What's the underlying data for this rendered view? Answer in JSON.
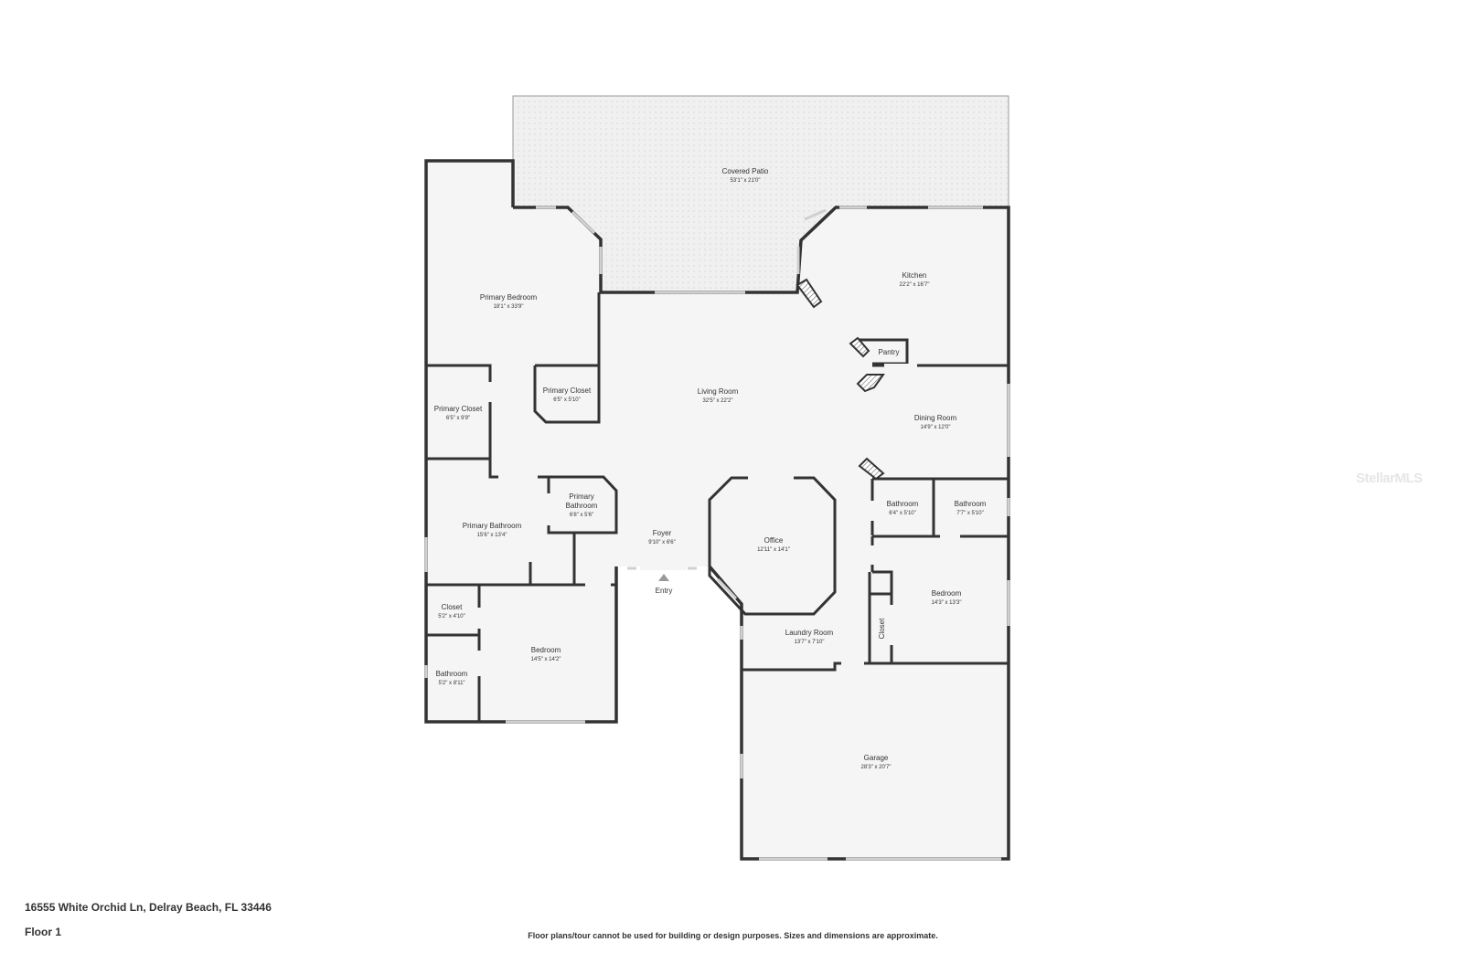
{
  "rooms": {
    "covered_patio": {
      "name": "Covered Patio",
      "dims": "53'1\" x 21'0\""
    },
    "primary_bedroom": {
      "name": "Primary Bedroom",
      "dims": "18'1\" x 33'9\""
    },
    "kitchen": {
      "name": "Kitchen",
      "dims": "22'2\" x 16'7\""
    },
    "pantry": {
      "name": "Pantry"
    },
    "living_room": {
      "name": "Living Room",
      "dims": "32'5\" x 22'2\""
    },
    "primary_closet_left": {
      "name": "Primary Closet",
      "dims": "6'5\" x 9'9\""
    },
    "primary_closet_right": {
      "name": "Primary Closet",
      "dims": "6'5\" x 5'10\""
    },
    "dining_room": {
      "name": "Dining Room",
      "dims": "14'9\" x 12'0\""
    },
    "primary_bathroom_small": {
      "name_line1": "Primary",
      "name_line2": "Bathroom",
      "dims": "6'8\" x 5'6\""
    },
    "primary_bathroom": {
      "name": "Primary Bathroom",
      "dims": "15'6\" x 13'4\""
    },
    "bathroom_a": {
      "name": "Bathroom",
      "dims": "6'4\" x 5'10\""
    },
    "bathroom_b": {
      "name": "Bathroom",
      "dims": "7'7\" x 5'10\""
    },
    "foyer": {
      "name": "Foyer",
      "dims": "9'10\" x 6'6\""
    },
    "office": {
      "name": "Office",
      "dims": "12'11\" x 14'1\""
    },
    "entry": {
      "name": "Entry"
    },
    "bedroom_right": {
      "name": "Bedroom",
      "dims": "14'3\" x 13'3\""
    },
    "closet_left": {
      "name": "Closet",
      "dims": "5'2\" x 4'10\""
    },
    "laundry_room": {
      "name": "Laundry Room",
      "dims": "13'7\" x 7'10\""
    },
    "closet_right": {
      "name": "Closet"
    },
    "bedroom_left": {
      "name": "Bedroom",
      "dims": "14'5\" x 14'2\""
    },
    "bathroom_left": {
      "name": "Bathroom",
      "dims": "5'2\" x 8'11\""
    },
    "garage": {
      "name": "Garage",
      "dims": "28'3\" x 20'7\""
    }
  },
  "footer": {
    "address": "16555 White Orchid Ln, Delray Beach, FL 33446",
    "floor": "Floor 1",
    "disclaimer": "Floor plans/tour cannot be used for building or design purposes. Sizes and dimensions are approximate."
  },
  "watermark": "StellarMLS",
  "colors": {
    "wall": "#333333",
    "floor": "#f5f5f5",
    "patio": "#eeeeee",
    "window": "#d9d9d9"
  }
}
